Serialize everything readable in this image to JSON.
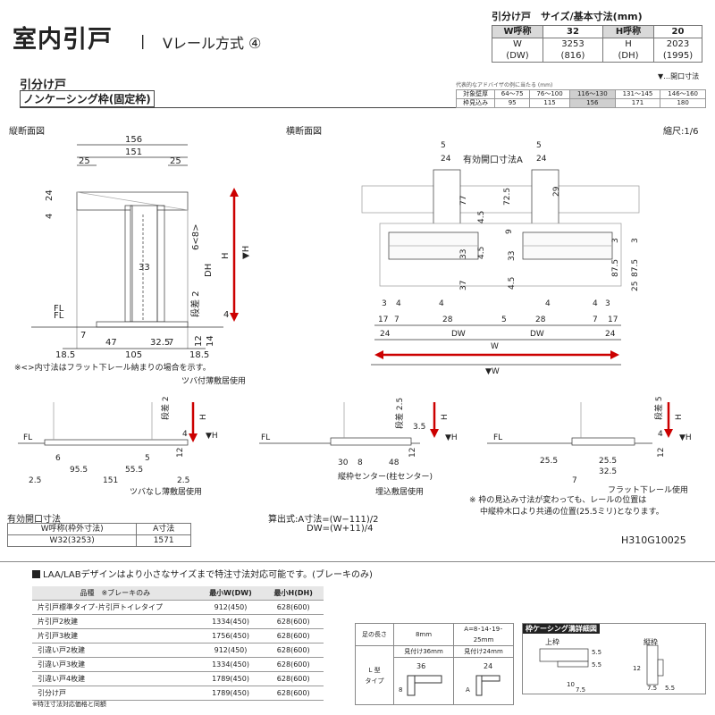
{
  "header": {
    "title": "室内引戸",
    "separator": "|",
    "subtitle": "Vレール方式 ④",
    "section_title": "引分け戸",
    "section_sub": "ノンケーシング枠(固定枠)",
    "size_caption": "引分け戸　サイズ/基本寸法(mm)",
    "window_note": "▼…開口寸法",
    "doc_code": "H310G10025"
  },
  "size_table": {
    "w_label": "W呼称",
    "w_value": "32",
    "h_label": "H呼称",
    "h_value": "20",
    "w_row_label": "W\n(DW)",
    "w_row_value": "3253\n(816)",
    "h_row_label": "H\n(DH)",
    "h_row_value": "2023\n(1995)"
  },
  "wall_table": {
    "note": "代表的なアドバイザの例に当たる (mm)",
    "row1_label": "対象壁厚",
    "row1": [
      "64～75",
      "76～100",
      "116～130",
      "131～145",
      "146～160"
    ],
    "row2_label": "枠見込み",
    "row2": [
      "95",
      "115",
      "156",
      "171",
      "180"
    ]
  },
  "drawings": {
    "vertical_title": "縦断面図",
    "horizontal_title": "横断面図",
    "scale": "縮尺:1/6",
    "note1": "※<>内寸法はフラット下レール納まりの場合を示す。",
    "sub1": "ツバ付薄敷居使用",
    "sub2": "ツバなし薄敷居使用",
    "sub3": "埋込敷居使用",
    "sub4": "フラット下レール使用",
    "note2": "※ 枠の見込み寸法が変わっても、レールの位置は",
    "note3": "中縦枠木口より共通の位置(25.5ミリ)となります。",
    "fl": "FL",
    "center_label": "縦枠センター(柱センター)",
    "effective_label": "有効開口寸法A"
  },
  "effective_table": {
    "caption": "有効開口寸法",
    "h1": "W呼称(枠外寸法)",
    "h2": "A寸法",
    "r1": "W32(3253)",
    "r2": "1571",
    "formula1": "算出式:A寸法=(W−111)/2",
    "formula2": "DW=(W+11)/4"
  },
  "bottom": {
    "notice": "LAA/LABデザインはより小さなサイズまで特注寸法対応可能です。(ブレーキのみ)",
    "min_table": {
      "headers": [
        "品種　※ブレーキのみ",
        "最小W(DW)",
        "最小H(DH)"
      ],
      "rows": [
        [
          "片引戸標準タイプ･片引戸トイレタイプ",
          "912(450)",
          "628(600)"
        ],
        [
          "片引戸2枚建",
          "1334(450)",
          "628(600)"
        ],
        [
          "片引戸3枚建",
          "1756(450)",
          "628(600)"
        ],
        [
          "引違い戸2枚建",
          "912(450)",
          "628(600)"
        ],
        [
          "引違い戸3枚建",
          "1334(450)",
          "628(600)"
        ],
        [
          "引違い戸4枚建",
          "1789(450)",
          "628(600)"
        ],
        [
          "引分け戸",
          "1789(450)",
          "628(600)"
        ]
      ],
      "footnote": "※特注寸法対応価格と同額"
    },
    "leg_table": {
      "h0": "足の長さ",
      "h1": "8mm",
      "h2": "A=8･14･19･25mm",
      "s1": "見付け36mm",
      "s2": "見付け24mm",
      "type_label": "L 型\nタイプ"
    },
    "detail_title": "枠ケーシング溝詳細図",
    "detail_top": "上枠",
    "detail_side": "縦枠"
  }
}
